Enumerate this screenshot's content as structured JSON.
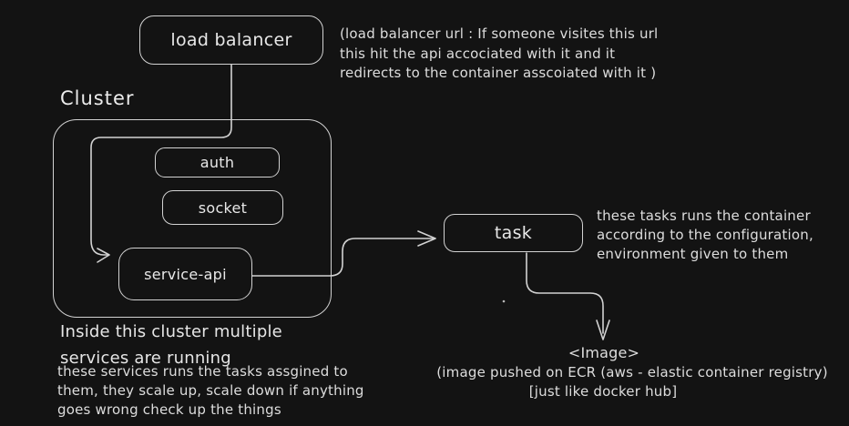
{
  "canvas": {
    "background_color": "#131313",
    "stroke_color": "#d2d2d2",
    "text_color": "#e4e4e4"
  },
  "nodes": {
    "load_balancer": {
      "label": "load balancer"
    },
    "cluster": {
      "label": "Cluster"
    },
    "auth": {
      "label": "auth"
    },
    "socket": {
      "label": "socket"
    },
    "service_api": {
      "label": "service-api"
    },
    "task": {
      "label": "task"
    }
  },
  "edges": [
    {
      "from": "load balancer",
      "to": "service-api"
    },
    {
      "from": "service-api",
      "to": "task"
    },
    {
      "from": "task",
      "to": "<Image>"
    }
  ],
  "annotations": {
    "load_balancer_note": {
      "lines": [
        "(load balancer url : If someone visites this url",
        "this hit the api accociated with it and it",
        "redirects to the container asscoiated with it )"
      ]
    },
    "task_note": {
      "lines": [
        "these tasks runs the container",
        "according to the configuration,",
        "environment given to them"
      ]
    },
    "cluster_note": {
      "lines": [
        "Inside this cluster multiple",
        "services are running"
      ]
    },
    "services_note": {
      "lines": [
        "these services runs the tasks assgined to",
        "them, they scale up, scale down if anything",
        "goes wrong check up the things"
      ]
    },
    "image_label": "<Image>",
    "image_note": {
      "lines": [
        "(image pushed on ECR (aws - elastic container registry)",
        "[just like docker hub]"
      ]
    }
  }
}
